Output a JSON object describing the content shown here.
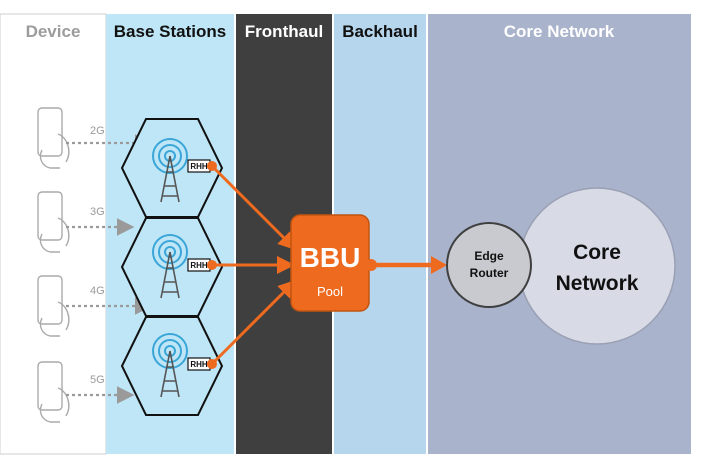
{
  "columns": {
    "device": "Device",
    "base_stations": "Base Stations",
    "fronthaul": "Fronthaul",
    "backhaul": "Backhaul",
    "core_network": "Core Network"
  },
  "devices": [
    {
      "generation": "2G"
    },
    {
      "generation": "3G"
    },
    {
      "generation": "4G"
    },
    {
      "generation": "5G"
    }
  ],
  "cells": [
    {
      "radio_label": "RHH"
    },
    {
      "radio_label": "RHH"
    },
    {
      "radio_label": "RHH"
    }
  ],
  "bbu": {
    "title": "BBU",
    "subtitle": "Pool"
  },
  "edge_router": {
    "line1": "Edge",
    "line2": "Router"
  },
  "core": {
    "line1": "Core",
    "line2": "Network"
  },
  "colors": {
    "device_bg": "#ffffff",
    "base_station_bg": "#bfe6f7",
    "fronthaul_bg": "#3f3f3f",
    "backhaul_bg": "#b6d6ee",
    "core_bg": "#aab3cc",
    "accent_orange": "#ee6a1f",
    "signal_blue": "#3aa6d8"
  },
  "icons": [
    "smartphone-hand-icon",
    "cell-tower-icon",
    "dashed-arrow-icon"
  ]
}
